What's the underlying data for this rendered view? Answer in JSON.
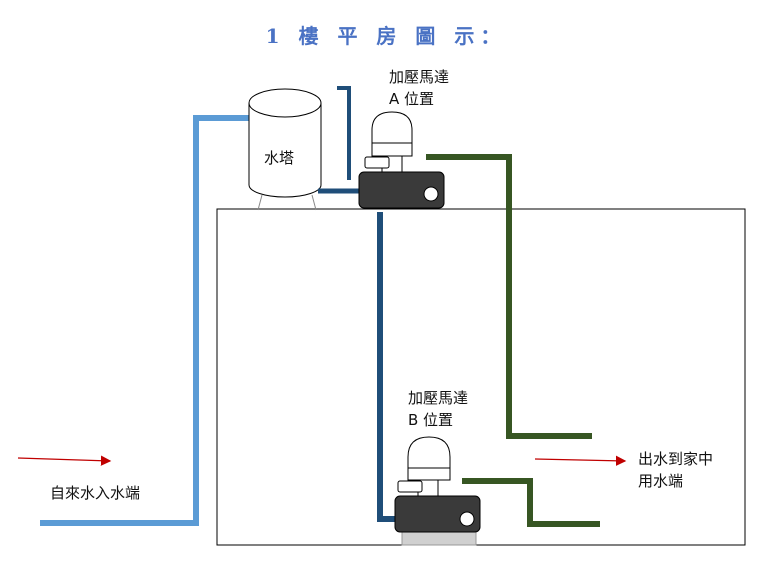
{
  "title": "1 樓 平 房 圖 示：",
  "labels": {
    "water_tower": "水塔",
    "pump_a_line1": "加壓馬達",
    "pump_a_line2": "A 位置",
    "pump_b_line1": "加壓馬達",
    "pump_b_line2": "B 位置",
    "inlet": "自來水入水端",
    "outlet_line1": "出水到家中",
    "outlet_line2": "用水端"
  },
  "colors": {
    "title": "#4a72c4",
    "inlet_pipe": "#5b9bd5",
    "pump_pipe": "#1f4e79",
    "outlet_pipe": "#375623",
    "arrow": "#c00000",
    "pump_body": "#3a3a3a",
    "outline": "#000000"
  }
}
